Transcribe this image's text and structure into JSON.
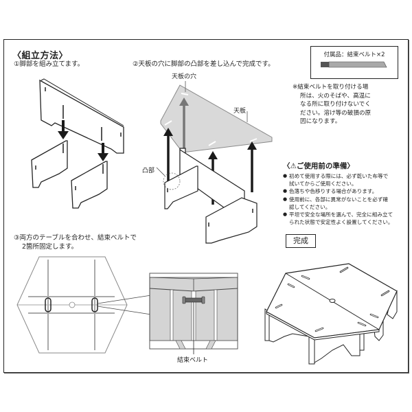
{
  "document": {
    "section_title": "〈組立方法〉",
    "steps": [
      {
        "id": 1,
        "text": "①脚部を組み立てます。"
      },
      {
        "id": 2,
        "text": "②天板の穴に脚部の凸部を差し込んで完成です。"
      },
      {
        "id": 3,
        "line1": "③両方のテーブルを合わせ、結束ベルトで",
        "line2": "2箇所固定します。"
      }
    ],
    "diagram_labels": {
      "tabletop_hole": "天板の穴",
      "tabletop": "天板",
      "protrusion": "凸部",
      "cable_tie_belt": "結束ベルト"
    },
    "accessory": {
      "title": "付属品：結束ベルト×2",
      "belt_colors": {
        "dark": "#555555",
        "light": "#a9a9a9"
      }
    },
    "note": {
      "lines": [
        "※結束ベルトを取り付ける場",
        "所は、火のそばや、高温に",
        "なる所に取り付けないでく",
        "ださい。溶け等の破損の原",
        "因になります。"
      ]
    },
    "preparation": {
      "title": "〈⚠ご使用前の準備〉",
      "items": [
        {
          "line1": "初めて使用する際には、必ず乾いた布等で",
          "line2": "拭いてからご使用ください。"
        },
        {
          "line1": "色落ちや色移りする場合があります。",
          "line2": ""
        },
        {
          "line1": "使用前に、各部に異常がないことを必ず確",
          "line2": "認してください。"
        },
        {
          "line1": "平坦で安全な場所を選んで、完全に組み立て",
          "line2": "られた状態で安定性よく設置してください。"
        }
      ]
    },
    "completed_label": "完成",
    "colors": {
      "line": "#222222",
      "tabletop_fill": "#d9d9d9",
      "panel_fill": "#ffffff",
      "arrow_dark": "#1a1a1a",
      "arrow_gray": "#777777",
      "detail_fill": "#d4d4d4"
    }
  }
}
